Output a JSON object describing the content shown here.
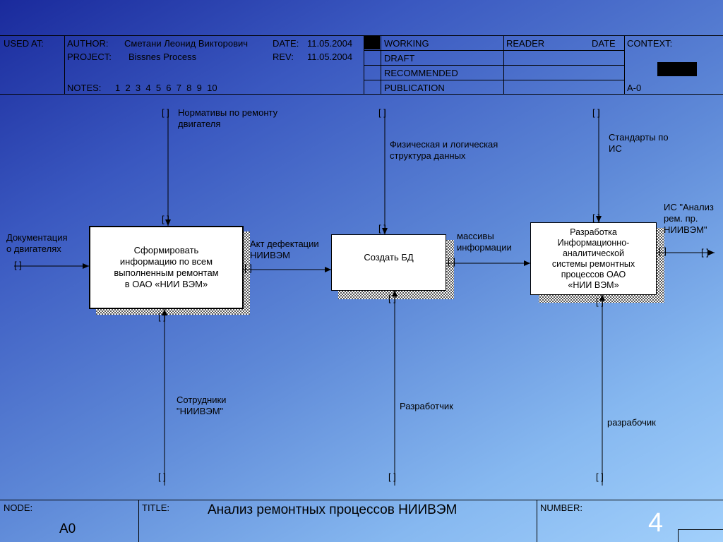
{
  "header": {
    "used_at": "USED AT:",
    "author_label": "AUTHOR:",
    "author": "Сметани Леонид Викторович",
    "date_label": "DATE:",
    "date": "11.05.2004",
    "project_label": "PROJECT:",
    "project": "Bissnes Process",
    "rev_label": "REV:",
    "rev": "11.05.2004",
    "notes_label": "NOTES:",
    "notes": "1  2  3  4  5  6  7  8  9  10",
    "status": [
      "WORKING",
      "DRAFT",
      "RECOMMENDED",
      "PUBLICATION"
    ],
    "reader": "READER",
    "reader_date": "DATE",
    "context": "CONTEXT:",
    "context_node": "A-0"
  },
  "diagram": {
    "boxes": [
      {
        "text": "Сформировать\nинформацию по всем\nвыполненным ремонтам\nв ОАО «НИИ ВЭМ»"
      },
      {
        "text": "Создать БД"
      },
      {
        "text": "Разработка\nИнформационно-\nаналитической\nсистемы ремонтных\nпроцессов ОАО\n«НИИ ВЭМ»"
      }
    ],
    "arrows": {
      "control1": "Нормативы по ремонту\nдвигателя",
      "control2": "Физическая и логическая\nструктура данных",
      "control3": "Стандарты по\nИС",
      "input1": "Документация\nо двигателях",
      "output1": "Акт дефектации\nНИИВЭМ",
      "output2": "массивы\nинформации",
      "output3": "ИС \"Анализ\nрем. пр.\nНИИВЭМ\"",
      "mech1": "Сотрудники\n\"НИИВЭМ\"",
      "mech2": "Разработчик",
      "mech3": "разрабочик"
    },
    "tunnel": "[ ]"
  },
  "footer": {
    "node_label": "NODE:",
    "node": "A0",
    "title_label": "TITLE:",
    "title": "Анализ ремонтных процессов НИИВЭМ",
    "number_label": "NUMBER:",
    "number": "4"
  }
}
